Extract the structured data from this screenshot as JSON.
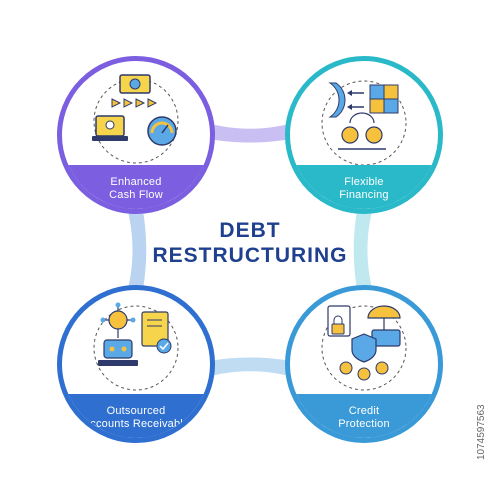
{
  "diagram": {
    "title_line1": "DEBT",
    "title_line2": "RESTRUCTURING",
    "nodes": [
      {
        "label": "Enhanced\nCash Flow",
        "color": "#7b5fe0",
        "icon": "cash-flow-icon"
      },
      {
        "label": "Flexible\nFinancing",
        "color": "#2ab9c9",
        "icon": "puzzle-financing-icon"
      },
      {
        "label": "Outsourced\nAccounts Receivable",
        "color": "#2f6fd0",
        "icon": "network-document-icon"
      },
      {
        "label": "Credit\nProtection",
        "color": "#3a9ad8",
        "icon": "umbrella-shield-icon"
      }
    ],
    "connector_colors": {
      "top": "#c9bff2",
      "right": "#bfe9ef",
      "left": "#b9d3f1",
      "bottom": "#bfdcf3"
    }
  },
  "stock_id": "1074597563"
}
